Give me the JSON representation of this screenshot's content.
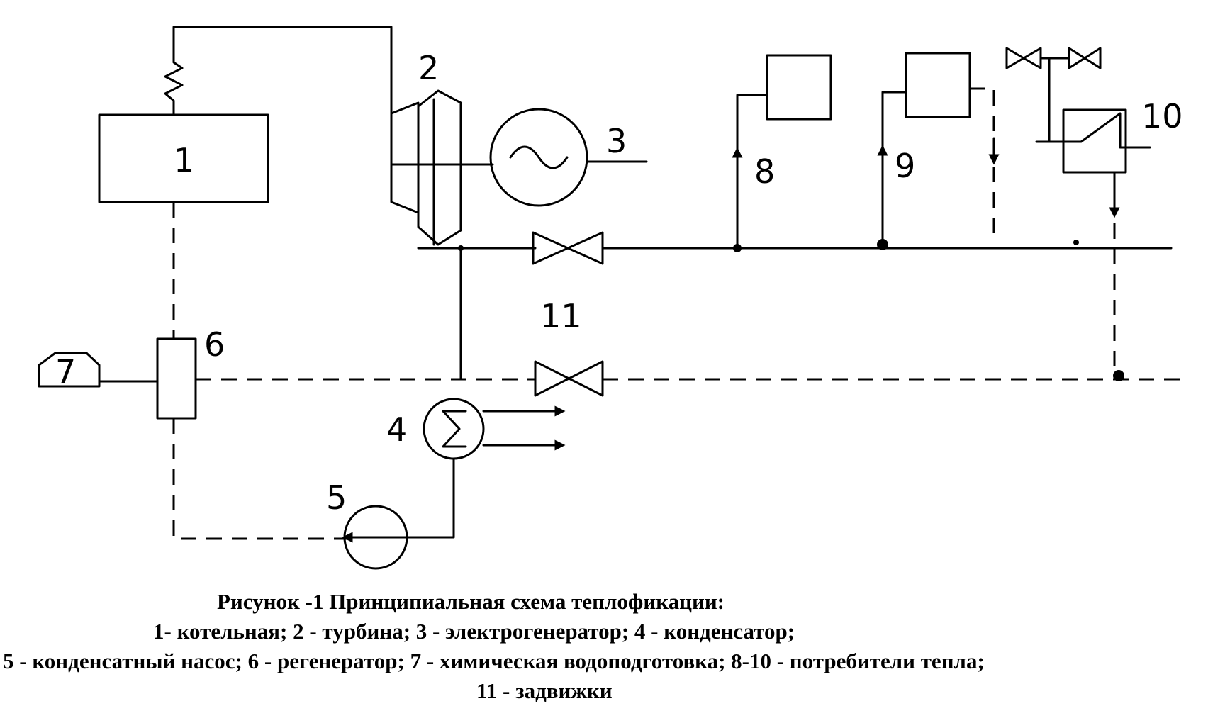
{
  "labels": {
    "boiler": "1",
    "turbine": "2",
    "generator": "3",
    "condenser": "4",
    "pump": "5",
    "regenerator": "6",
    "water_treatment": "7",
    "consumer_8": "8",
    "consumer_9": "9",
    "consumer_10": "10",
    "valves": "11"
  },
  "caption": {
    "title": "Рисунок -1  Принципиальная схема теплофикации:",
    "line1": "1- котельная; 2 - турбина; 3 - электрогенератор; 4 - конденсатор;",
    "line2": "5 - конденсатный насос;  6 - регенератор; 7 - химическая водоподготовка; 8-10 - потребители тепла;",
    "line3": "11 - задвижки"
  }
}
